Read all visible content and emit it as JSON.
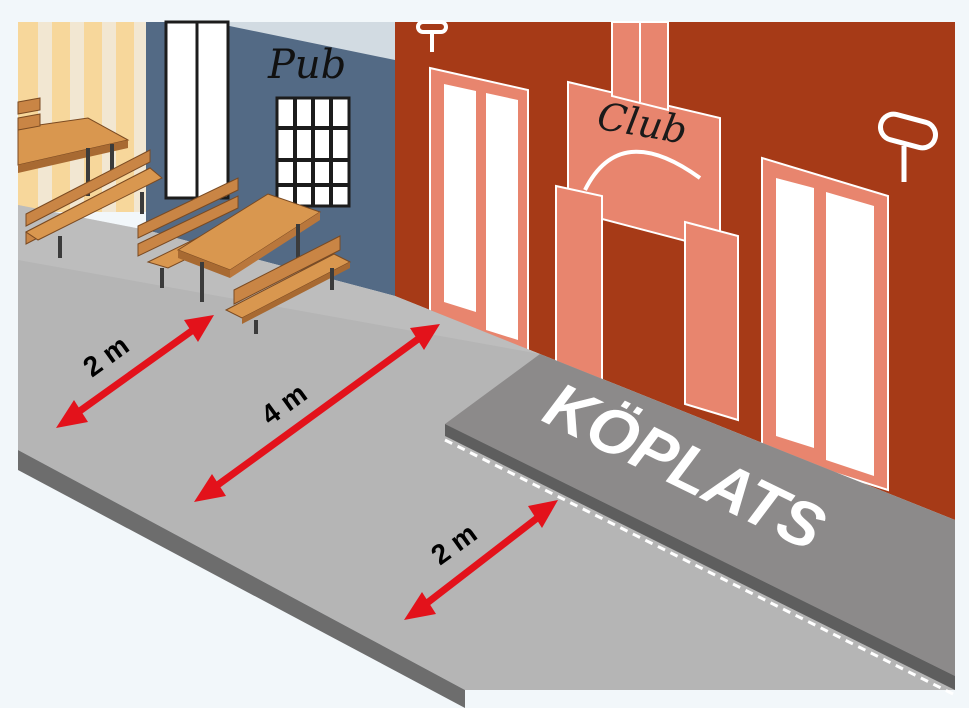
{
  "signs": {
    "pub": "Pub",
    "club": "Club"
  },
  "zone_label": "KÖPLATS",
  "measurements": {
    "seating_width": "2 m",
    "walkway_width": "4 m",
    "queue_gap": "2 m"
  },
  "colors": {
    "background": "#f2f7fa",
    "stripe_building": "#f7d79b",
    "pub_building": "#536a85",
    "club_building": "#a63a17",
    "club_trim": "#e8856e",
    "sidewalk": "#b5b5b5",
    "queue_zone": "#8c8a8a",
    "arrow": "#e3121b",
    "bench_wood": "#cf8c4e"
  }
}
